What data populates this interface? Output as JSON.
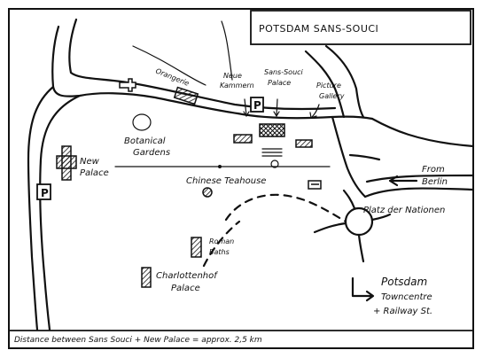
{
  "title": "POTSDAM   SANS-SOUCI",
  "labels": {
    "orangerie": "Orangerie",
    "neue_kammern_1": "Neue",
    "neue_kammern_2": "Kammern",
    "sans_souci_1": "Sans-Souci",
    "sans_souci_2": "Palace",
    "picture_1": "Picture",
    "picture_2": "Gallery",
    "botanical_1": "Botanical",
    "botanical_2": "Gardens",
    "new_palace_1": "New",
    "new_palace_2": "Palace",
    "chinese_teahouse": "Chinese Teahouse",
    "from_berlin_1": "From",
    "from_berlin_2": "Berlin",
    "platz": "Platz der Nationen",
    "roman_1": "Roman",
    "roman_2": "Baths",
    "charlottenhof_1": "Charlottenhof",
    "charlottenhof_2": "Palace",
    "potsdam_1": "Potsdam",
    "potsdam_2": "Towncentre",
    "potsdam_3": "+ Railway St.",
    "parking": "P"
  },
  "footer": "Distance between Sans Souci + New Palace  =  approx. 2,5 km"
}
